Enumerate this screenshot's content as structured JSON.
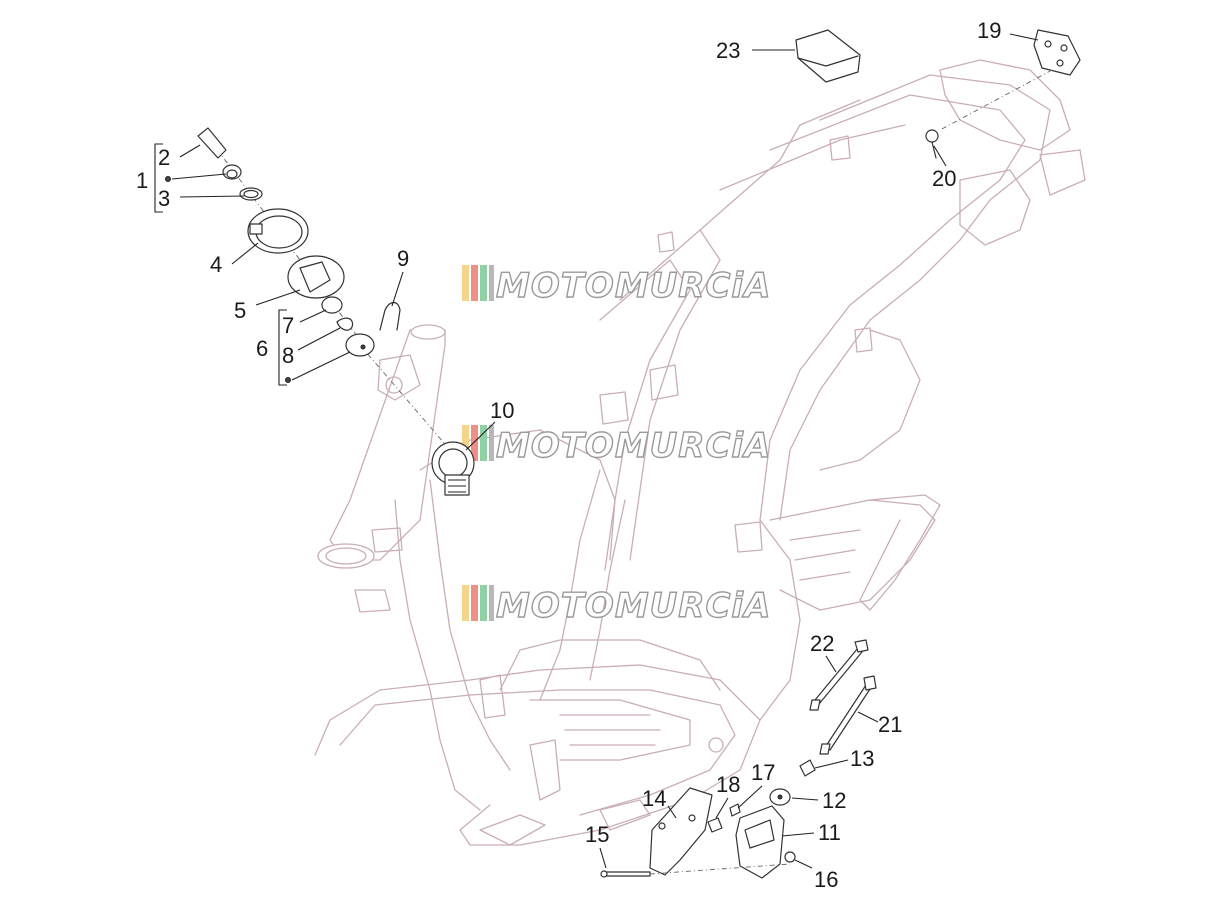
{
  "watermark": {
    "text": "MOTOMURCiA",
    "stripe_colors": [
      "#f3d48a",
      "#ef8f88",
      "#8fd1a4",
      "#b7b7b7"
    ]
  },
  "colors": {
    "frame_line": "#c9aeb4",
    "part_line": "#333333",
    "label": "#1a1a1a"
  },
  "callouts": [
    "1",
    "2",
    "3",
    "4",
    "5",
    "6",
    "7",
    "8",
    "9",
    "10",
    "11",
    "12",
    "13",
    "14",
    "15",
    "16",
    "17",
    "18",
    "19",
    "20",
    "21",
    "22",
    "23"
  ]
}
